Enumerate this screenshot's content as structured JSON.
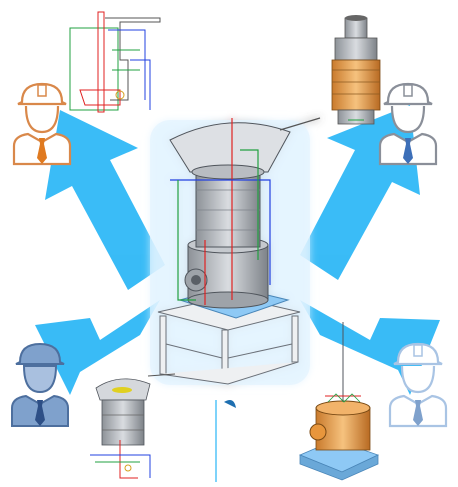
{
  "diagram": {
    "colors": {
      "arrow": "#29b6f6",
      "arrow_glow": "#b3e5fc",
      "worker_orange": "#d9884a",
      "worker_gray": "#8a8f99",
      "worker_blue": "#7fa1cc",
      "worker_lightblue": "#a9c4e4",
      "tie_blue": "#3d6fb8",
      "tie_orange": "#e07a20",
      "machine_gray": "#b8bcc2",
      "frame_blue": "#8ec9f5",
      "part_orange": "#f0a04b",
      "cad_red": "#e02020",
      "cad_green": "#20a040",
      "cad_blue": "#2040e0"
    },
    "nodes": {
      "top_left_worker": "worker-orange-outline",
      "top_right_worker": "worker-gray-outline",
      "bottom_left_worker": "worker-blue-filled",
      "bottom_right_worker": "worker-lightblue-outline",
      "center": "assembled-machine-3d-cad",
      "top_left_part": "2d-section-drawing",
      "top_right_part": "orange-cylinder-component",
      "bottom_left_part": "gray-cylinder-with-drawing",
      "bottom_right_part": "orange-pump-on-blue-frame"
    }
  }
}
